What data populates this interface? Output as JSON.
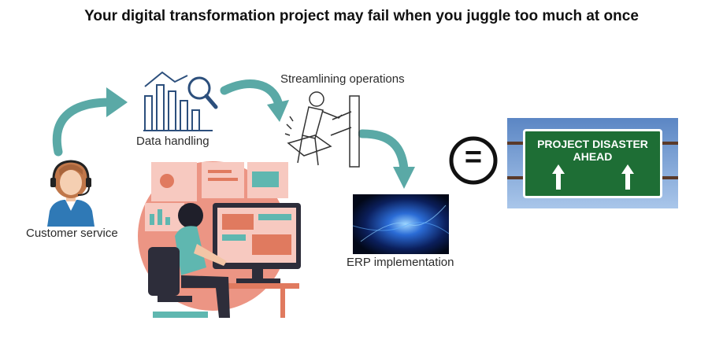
{
  "title": "Your digital transformation project may fail when you juggle too much at once",
  "labels": {
    "customer_service": "Customer service",
    "data_handling": "Data handling",
    "streamlining": "Streamlining operations",
    "erp": "ERP implementation"
  },
  "equals_symbol": "=",
  "sign": {
    "line1": "PROJECT DISASTER",
    "line2": "AHEAD"
  },
  "colors": {
    "arrow_teal": "#5aa9a6",
    "sign_green": "#1e6e35",
    "coral": "#e9826e",
    "sky_blue": "#6f9bd1"
  },
  "icons": [
    "customer-service-agent-icon",
    "bar-chart-magnifier-icon",
    "worker-at-machine-icon",
    "erp-abstract-image",
    "equals-icon",
    "road-sign-image",
    "person-at-computer-illustration"
  ]
}
